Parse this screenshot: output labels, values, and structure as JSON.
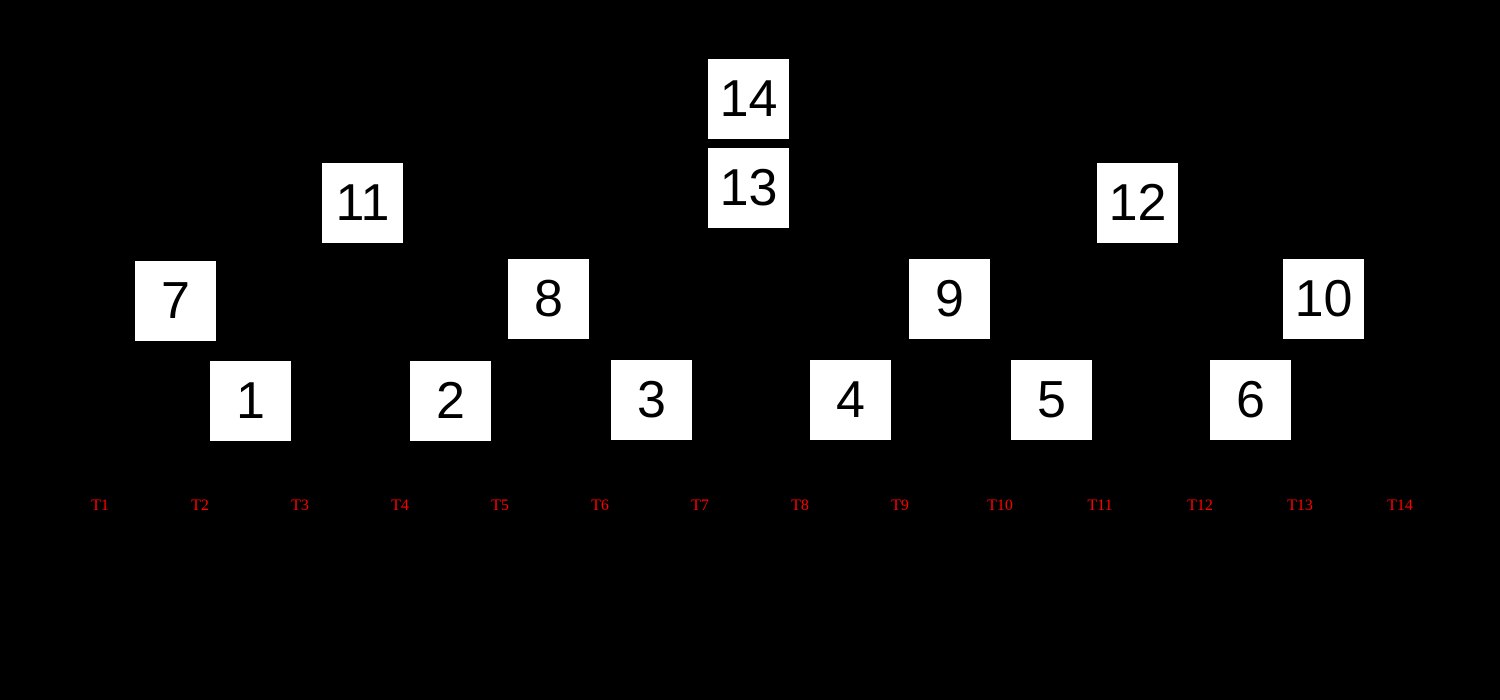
{
  "diagram": {
    "type": "tournament-selection-tree",
    "background_color": "#000000",
    "node_fill_color": "#ffffff",
    "node_text_color": "#000000",
    "tape_label_color": "#ff0000",
    "nodes": [
      {
        "label": "1"
      },
      {
        "label": "2"
      },
      {
        "label": "3"
      },
      {
        "label": "4"
      },
      {
        "label": "5"
      },
      {
        "label": "6"
      },
      {
        "label": "7"
      },
      {
        "label": "8"
      },
      {
        "label": "9"
      },
      {
        "label": "10"
      },
      {
        "label": "11"
      },
      {
        "label": "12"
      },
      {
        "label": "13"
      },
      {
        "label": "14"
      }
    ],
    "tapes": [
      {
        "label": "T1"
      },
      {
        "label": "T2"
      },
      {
        "label": "T3"
      },
      {
        "label": "T4"
      },
      {
        "label": "T5"
      },
      {
        "label": "T6"
      },
      {
        "label": "T7"
      },
      {
        "label": "T8"
      },
      {
        "label": "T9"
      },
      {
        "label": "T10"
      },
      {
        "label": "T11"
      },
      {
        "label": "T12"
      },
      {
        "label": "T13"
      },
      {
        "label": "T14"
      }
    ]
  }
}
